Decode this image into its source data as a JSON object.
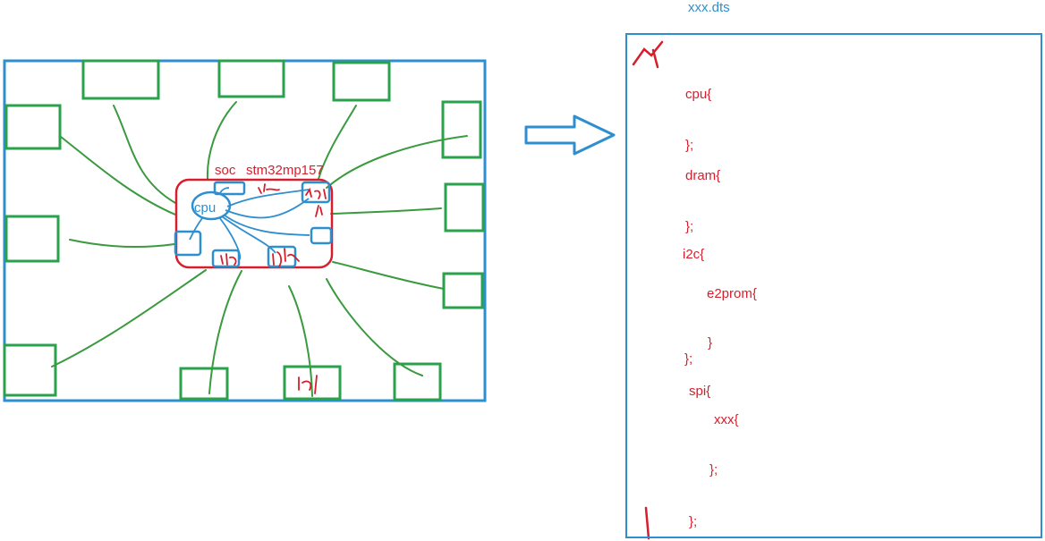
{
  "diagram": {
    "soc_label": "soc",
    "chip_label": "stm32mp157",
    "cpu_label": "cpu",
    "handwritten_marks": [
      "i2c",
      "spi",
      "i2c",
      "i2c"
    ],
    "colors": {
      "board": "#2e8fd0",
      "peripheral": "#2aa14b",
      "soc": "#d81e2c",
      "wire": "#3a9a3f",
      "arrow": "#2e8fd0"
    }
  },
  "dts": {
    "filename": "xxx.dts",
    "lines": [
      {
        "text": "cpu{"
      },
      {
        "text": "};"
      },
      {
        "text": "dram{"
      },
      {
        "text": "};"
      },
      {
        "text": "i2c{"
      },
      {
        "text": "e2prom{"
      },
      {
        "text": "}"
      },
      {
        "text": "};"
      },
      {
        "text": "spi{"
      },
      {
        "text": "xxx{"
      },
      {
        "text": "};"
      },
      {
        "text": "};"
      }
    ]
  }
}
